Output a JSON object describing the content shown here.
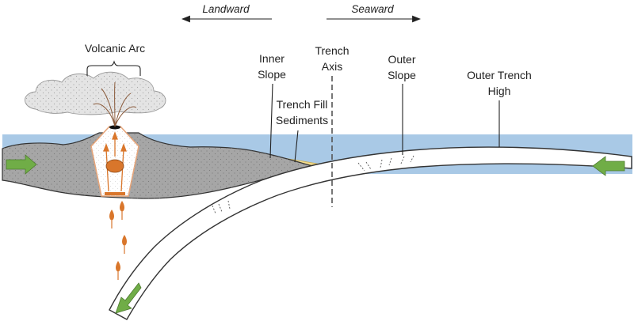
{
  "directions": {
    "landward": "Landward",
    "seaward": "Seaward"
  },
  "labels": {
    "volcanic_arc": "Volcanic Arc",
    "inner_slope": [
      "Inner",
      "Slope"
    ],
    "trench_axis": [
      "Trench",
      "Axis"
    ],
    "outer_slope": [
      "Outer",
      "Slope"
    ],
    "outer_trench_high": [
      "Outer Trench",
      "High"
    ],
    "trench_fill": [
      "Trench Fill",
      "Sediments"
    ]
  },
  "colors": {
    "ocean": "#a9c9e6",
    "overriding_plate": "#a6a6a6",
    "sediments": "#f4dd8e",
    "magma": "#d9762b",
    "motion_arrow": "#70ad47",
    "plate_outline": "#333333"
  }
}
